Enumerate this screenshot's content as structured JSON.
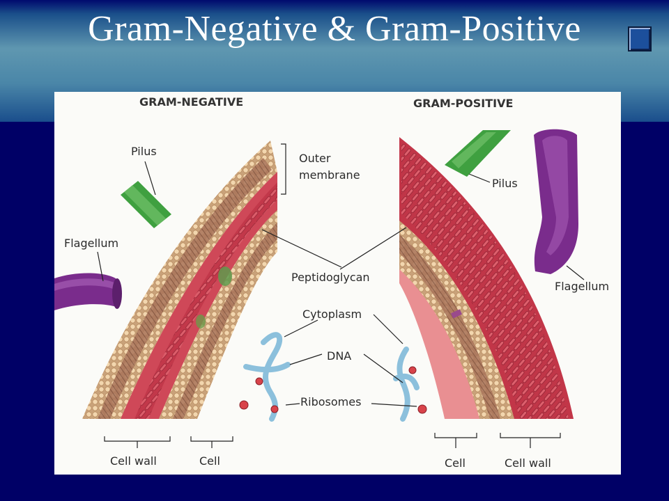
{
  "slide": {
    "title": "Gram-Negative & Gram-Positive"
  },
  "colors": {
    "background": "#000066",
    "header_gradient_mid": "#5f97b0",
    "outer_membrane": "#e6c49a",
    "phospholipid_head": "#f2d2a8",
    "peptidoglycan": "#c83c4c",
    "cytoplasm": "#e88a8e",
    "pilus": "#3fa040",
    "flagellum": "#7a2c8c",
    "dna": "#8cc0dc",
    "ribosome": "#d8434a"
  },
  "diagram": {
    "gram_negative": {
      "heading": "GRAM-NEGATIVE",
      "labels": {
        "pilus": "Pilus",
        "flagellum": "Flagellum",
        "outer_membrane_line1": "Outer",
        "outer_membrane_line2": "membrane",
        "cell_wall": "Cell wall",
        "cell": "Cell"
      }
    },
    "gram_positive": {
      "heading": "GRAM-POSITIVE",
      "labels": {
        "pilus": "Pilus",
        "flagellum": "Flagellum",
        "cell": "Cell",
        "cell_wall": "Cell wall"
      }
    },
    "shared_labels": {
      "peptidoglycan": "Peptidoglycan",
      "cytoplasm": "Cytoplasm",
      "dna": "DNA",
      "ribosomes": "Ribosomes"
    }
  }
}
